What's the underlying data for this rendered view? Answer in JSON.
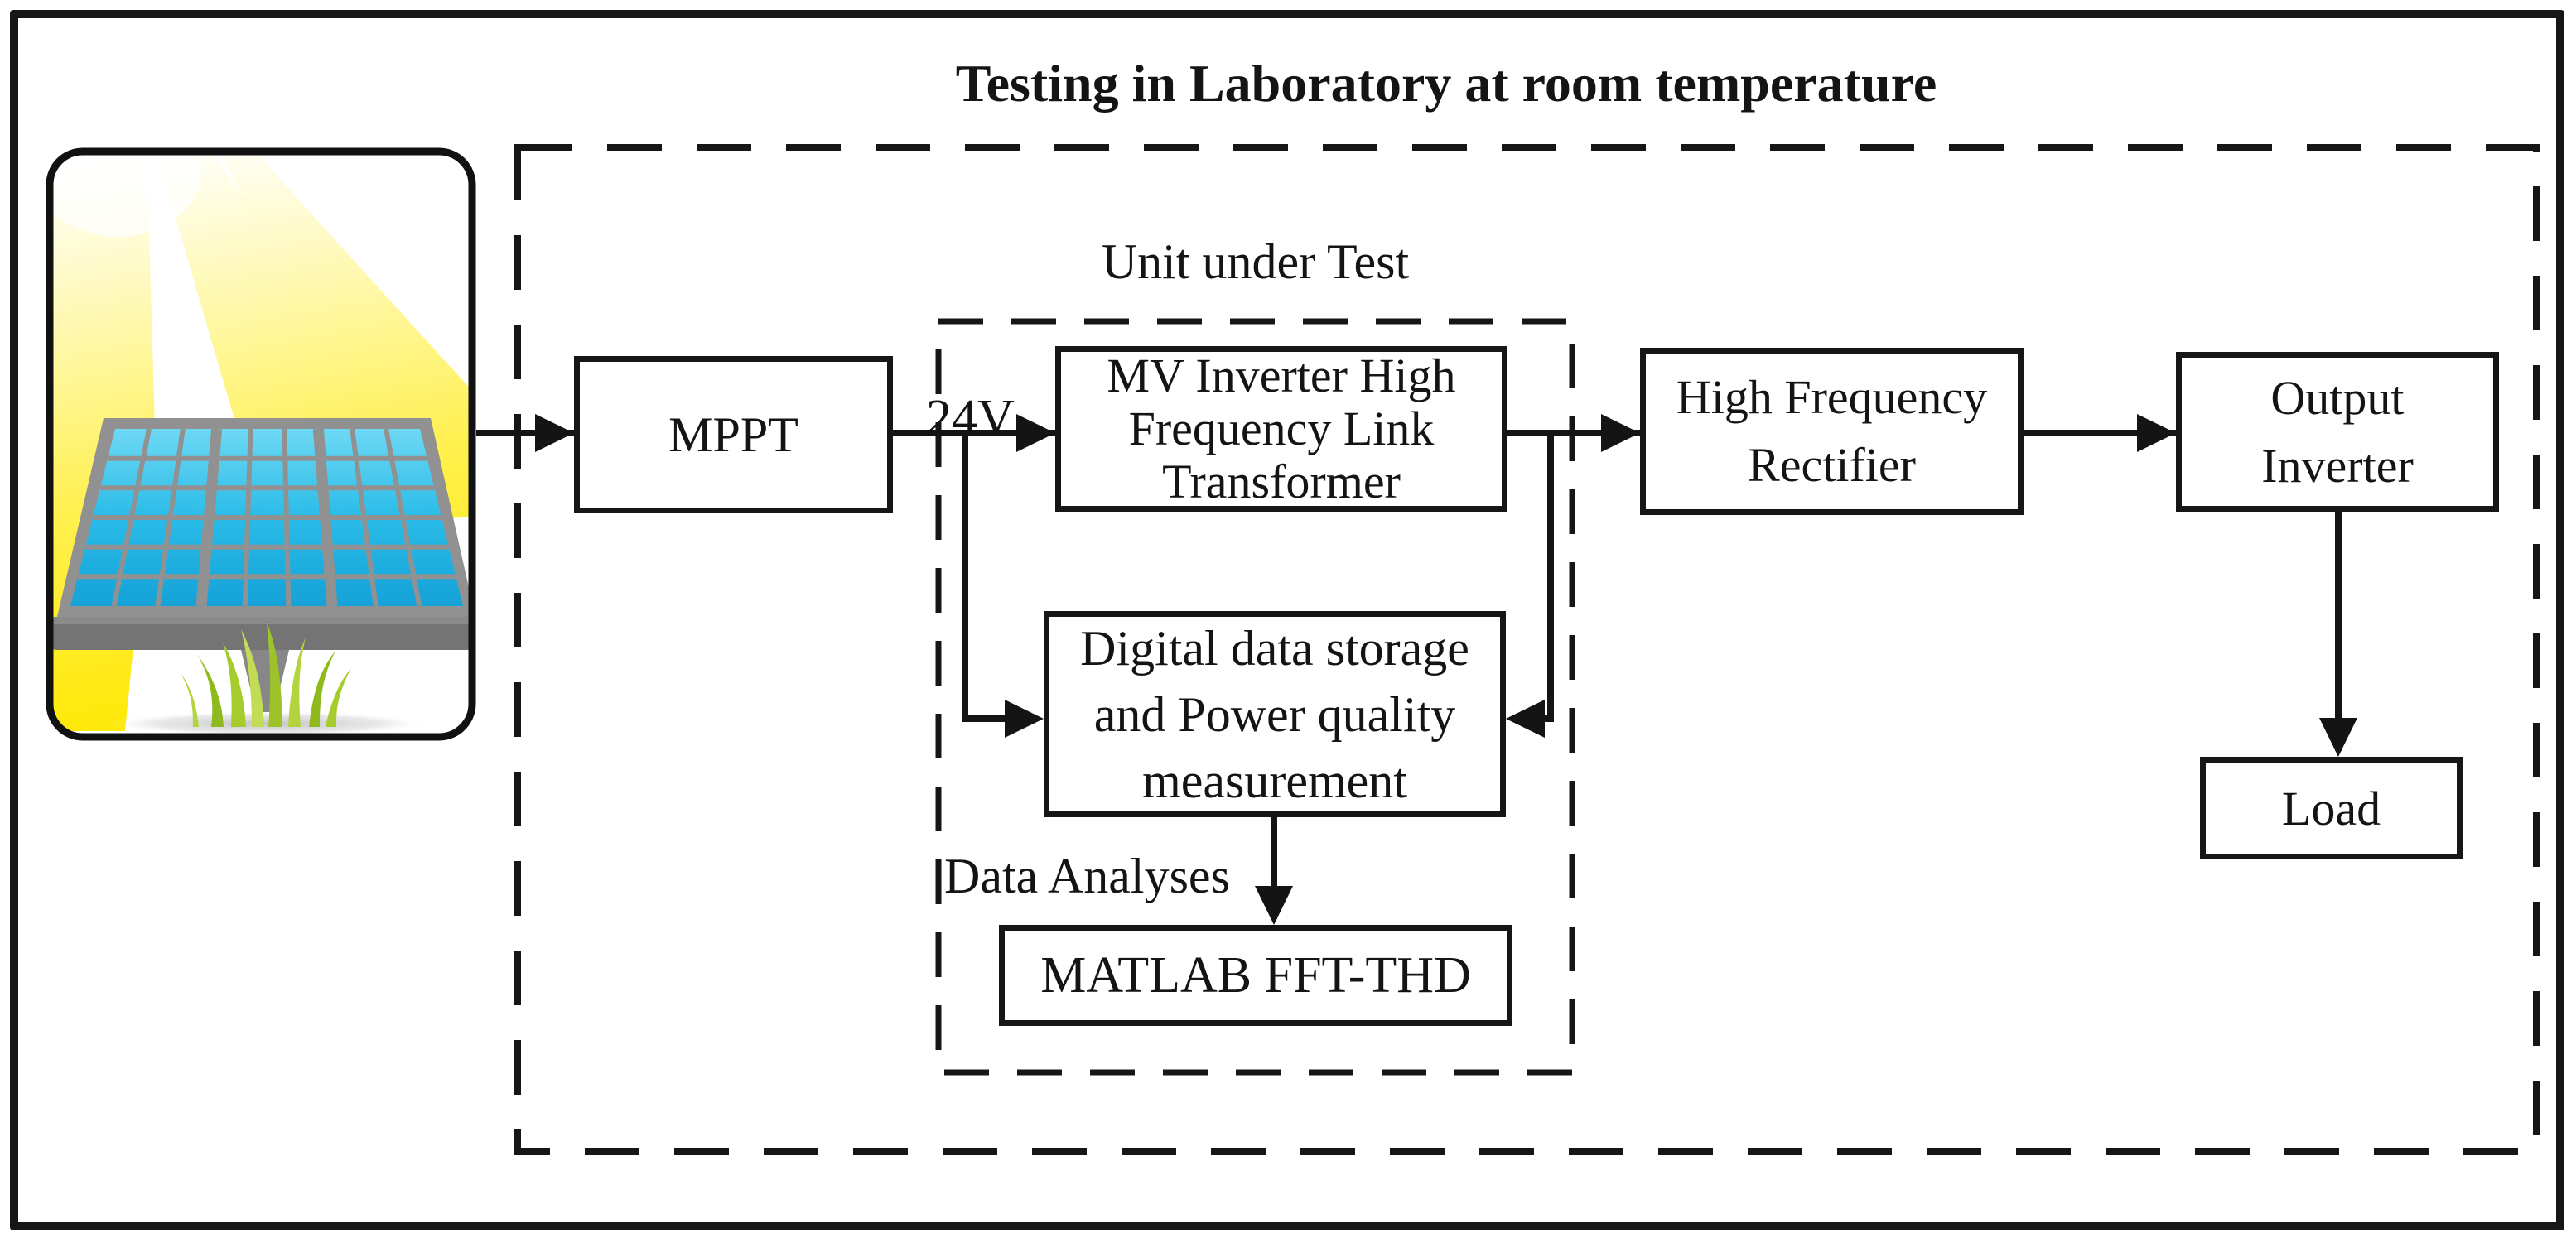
{
  "title": "Testing in Laboratory at room temperature",
  "annotations": {
    "unit_under_test": "Unit under Test",
    "input_voltage": "24V",
    "data_analyses": "Data Analyses"
  },
  "blocks": {
    "mppt": {
      "label": "MPPT"
    },
    "mv_inverter": {
      "lines": [
        "MV Inverter High",
        "Frequency Link",
        "Transformer"
      ]
    },
    "high_freq_rectifier": {
      "lines": [
        "High Frequency",
        "Rectifier"
      ]
    },
    "output_inverter": {
      "lines": [
        "Output",
        "Inverter"
      ]
    },
    "digital_storage": {
      "lines": [
        "Digital data storage",
        "and Power quality",
        "measurement"
      ]
    },
    "matlab": {
      "label": "MATLAB FFT-THD"
    },
    "load": {
      "label": "Load"
    }
  },
  "illustration": {
    "description": "solar panel under sun rays with grass"
  },
  "colors": {
    "line_black": "#141414",
    "sun_beam_yellow": "#FFE800",
    "panel_cell_blue": "#2ABCE8",
    "panel_frame_gray": "#919191",
    "grass_green": "#A6CB2D"
  }
}
